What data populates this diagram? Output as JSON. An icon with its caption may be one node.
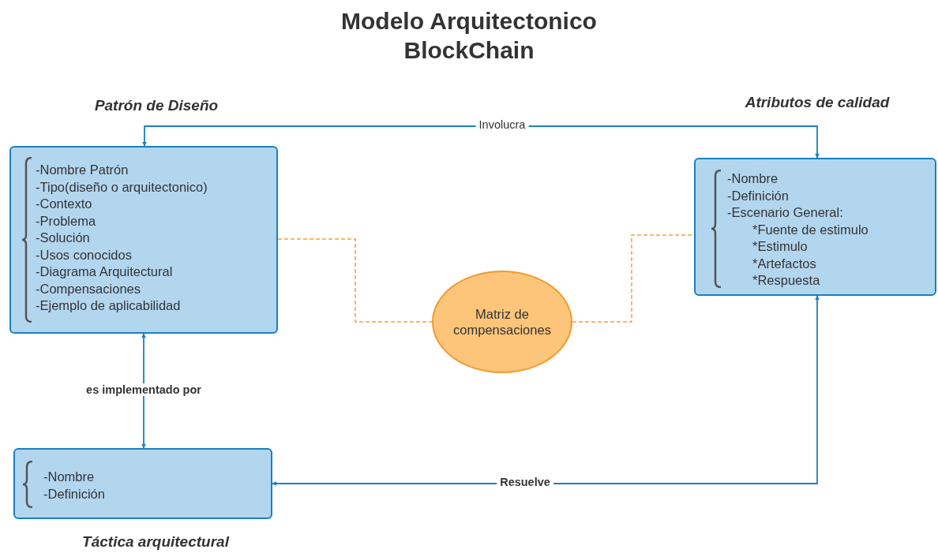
{
  "diagram": {
    "title": "Modelo Arquitectonico BlockChain",
    "nodes": [
      {
        "text": [
          "Patrón de Diseño",
          "-Nombre Patrón",
          "-Tipo(diseño o arquitectonico)",
          "-Contexto",
          "-Problema",
          "-Solución",
          "-Usos conocidos",
          "-Diagrama Arquitectural",
          "-Compensaciones",
          "-Ejemplo de aplicabilidad"
        ]
      },
      {
        "text": [
          "Atributos de calidad",
          "-Nombre",
          "-Definición",
          "-Escenario General:",
          "*Fuente de estimulo",
          "*Estimulo",
          "*Artefactos",
          "*Respuesta"
        ]
      },
      {
        "text": [
          "Matriz de compensaciones"
        ]
      },
      {
        "text": [
          "-Nombre",
          "-Definición",
          "Táctica arquitectural"
        ]
      }
    ],
    "edges": [
      {
        "from": 0,
        "to": 1,
        "arrow": "both",
        "label": "Involucra"
      },
      {
        "from": 0,
        "to": 2,
        "arrow": "none",
        "style": "dashed",
        "color": "#f5a03a"
      },
      {
        "from": 2,
        "to": 1,
        "arrow": "none",
        "style": "dashed",
        "color": "#f5a03a"
      },
      {
        "from": 0,
        "to": 3,
        "arrow": "both",
        "label": "es implementado por"
      },
      {
        "from": 1,
        "to": 3,
        "arrow": "both",
        "label": "Resuelve"
      }
    ]
  }
}
